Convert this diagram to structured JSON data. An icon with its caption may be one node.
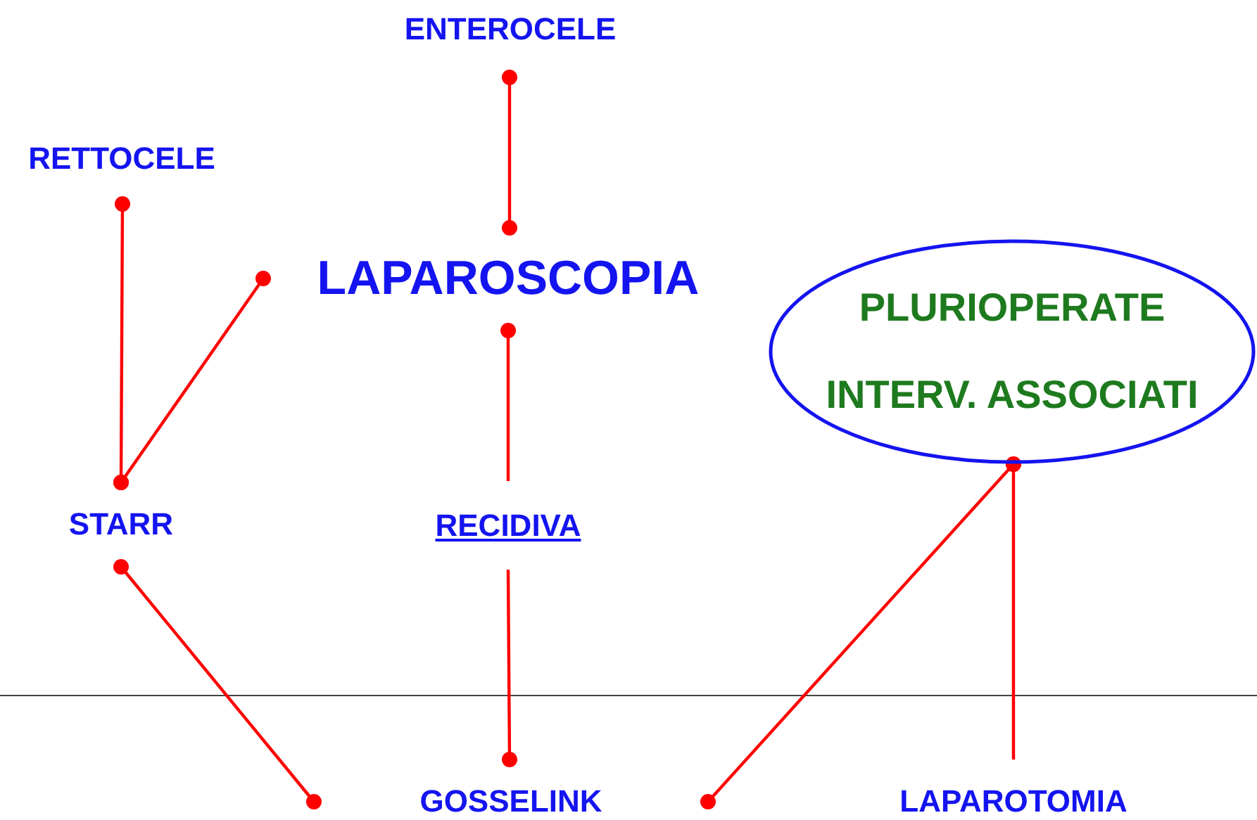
{
  "diagram": {
    "nodes": [
      {
        "text": [
          "ENTEROCELE"
        ]
      },
      {
        "text": [
          "RETTOCELE"
        ]
      },
      {
        "text": [
          "LAPAROSCOPIA"
        ]
      },
      {
        "text": [
          "PLURIOPERATE",
          "INTERV. ASSOCIATI"
        ]
      },
      {
        "text": [
          "STARR"
        ]
      },
      {
        "text": [
          "RECIDIVA"
        ]
      },
      {
        "text": [
          "GOSSELINK"
        ]
      },
      {
        "text": [
          "LAPAROTOMIA"
        ]
      }
    ],
    "edges": [
      {
        "from": 0,
        "to": 2,
        "arrow": "other"
      },
      {
        "from": 1,
        "to": 4,
        "arrow": "other"
      },
      {
        "from": 4,
        "to": 2,
        "arrow": "other"
      },
      {
        "from": 2,
        "to": 5,
        "arrow": "other"
      },
      {
        "from": 4,
        "to": 6,
        "arrow": "other"
      },
      {
        "from": 5,
        "to": 6,
        "arrow": "other"
      },
      {
        "from": 3,
        "to": 6,
        "arrow": "other"
      },
      {
        "from": 3,
        "to": 7,
        "arrow": "other"
      }
    ]
  }
}
